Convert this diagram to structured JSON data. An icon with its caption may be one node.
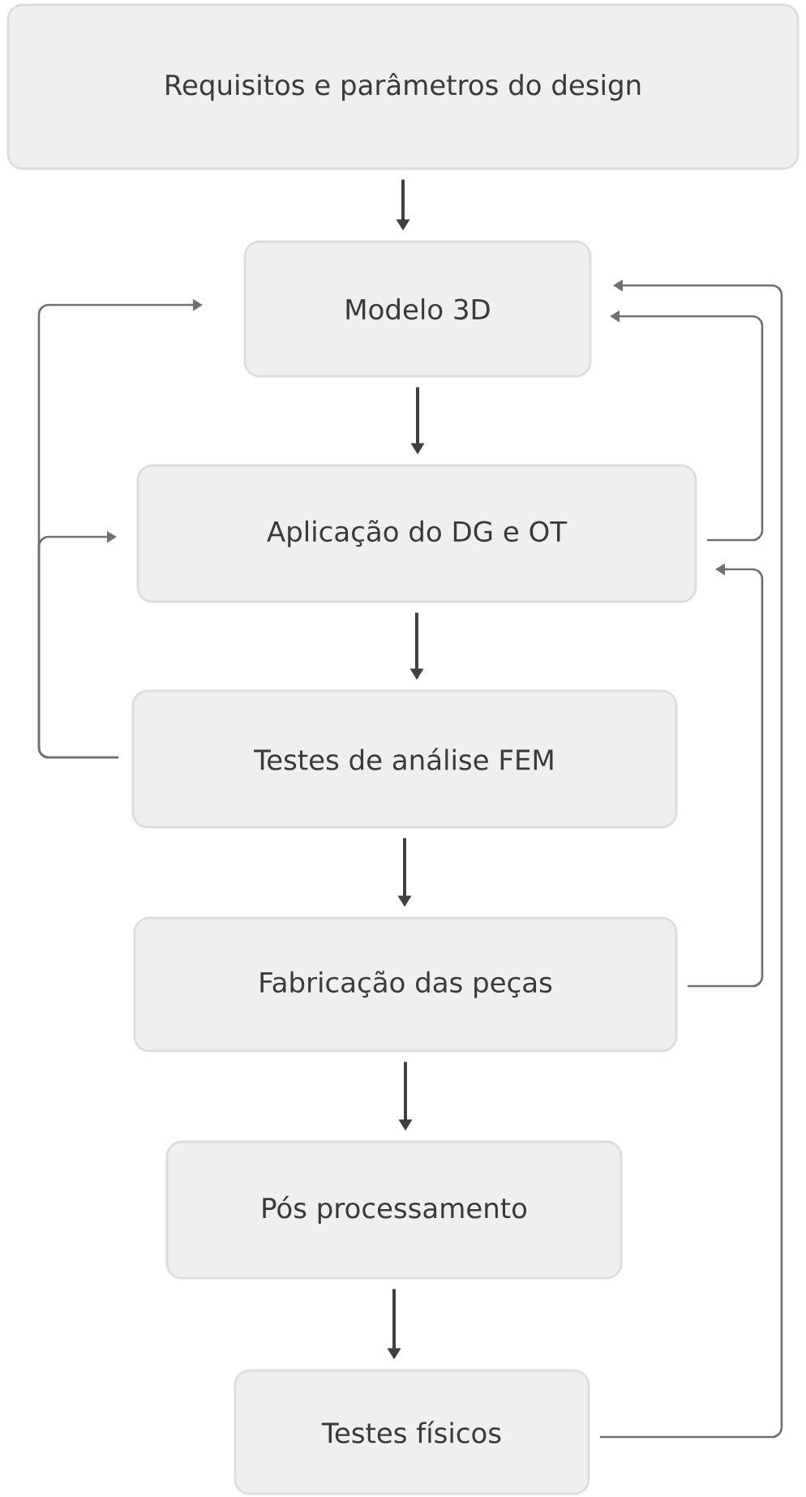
{
  "diagram": {
    "nodes": [
      {
        "text": [
          "Requisitos e parâmetros do design"
        ]
      },
      {
        "text": [
          "Modelo 3D"
        ]
      },
      {
        "text": [
          "Aplicação do DG e OT"
        ]
      },
      {
        "text": [
          "Testes de análise FEM"
        ]
      },
      {
        "text": [
          "Fabricação das peças"
        ]
      },
      {
        "text": [
          "Pós processamento"
        ]
      },
      {
        "text": [
          "Testes físicos"
        ]
      }
    ],
    "edges": [
      {
        "from": 0,
        "to": 1,
        "arrow": "to"
      },
      {
        "from": 1,
        "to": 2,
        "arrow": "to"
      },
      {
        "from": 2,
        "to": 3,
        "arrow": "to"
      },
      {
        "from": 3,
        "to": 4,
        "arrow": "to"
      },
      {
        "from": 4,
        "to": 5,
        "arrow": "to"
      },
      {
        "from": 5,
        "to": 6,
        "arrow": "to"
      },
      {
        "from": 3,
        "to": 1,
        "arrow": "to",
        "color": "#707070"
      },
      {
        "from": 3,
        "to": 2,
        "arrow": "to",
        "color": "#707070"
      },
      {
        "from": 2,
        "to": 1,
        "arrow": "to",
        "color": "#707070"
      },
      {
        "from": 4,
        "to": 2,
        "arrow": "to",
        "color": "#707070"
      },
      {
        "from": 6,
        "to": 1,
        "arrow": "to",
        "color": "#707070"
      }
    ]
  }
}
